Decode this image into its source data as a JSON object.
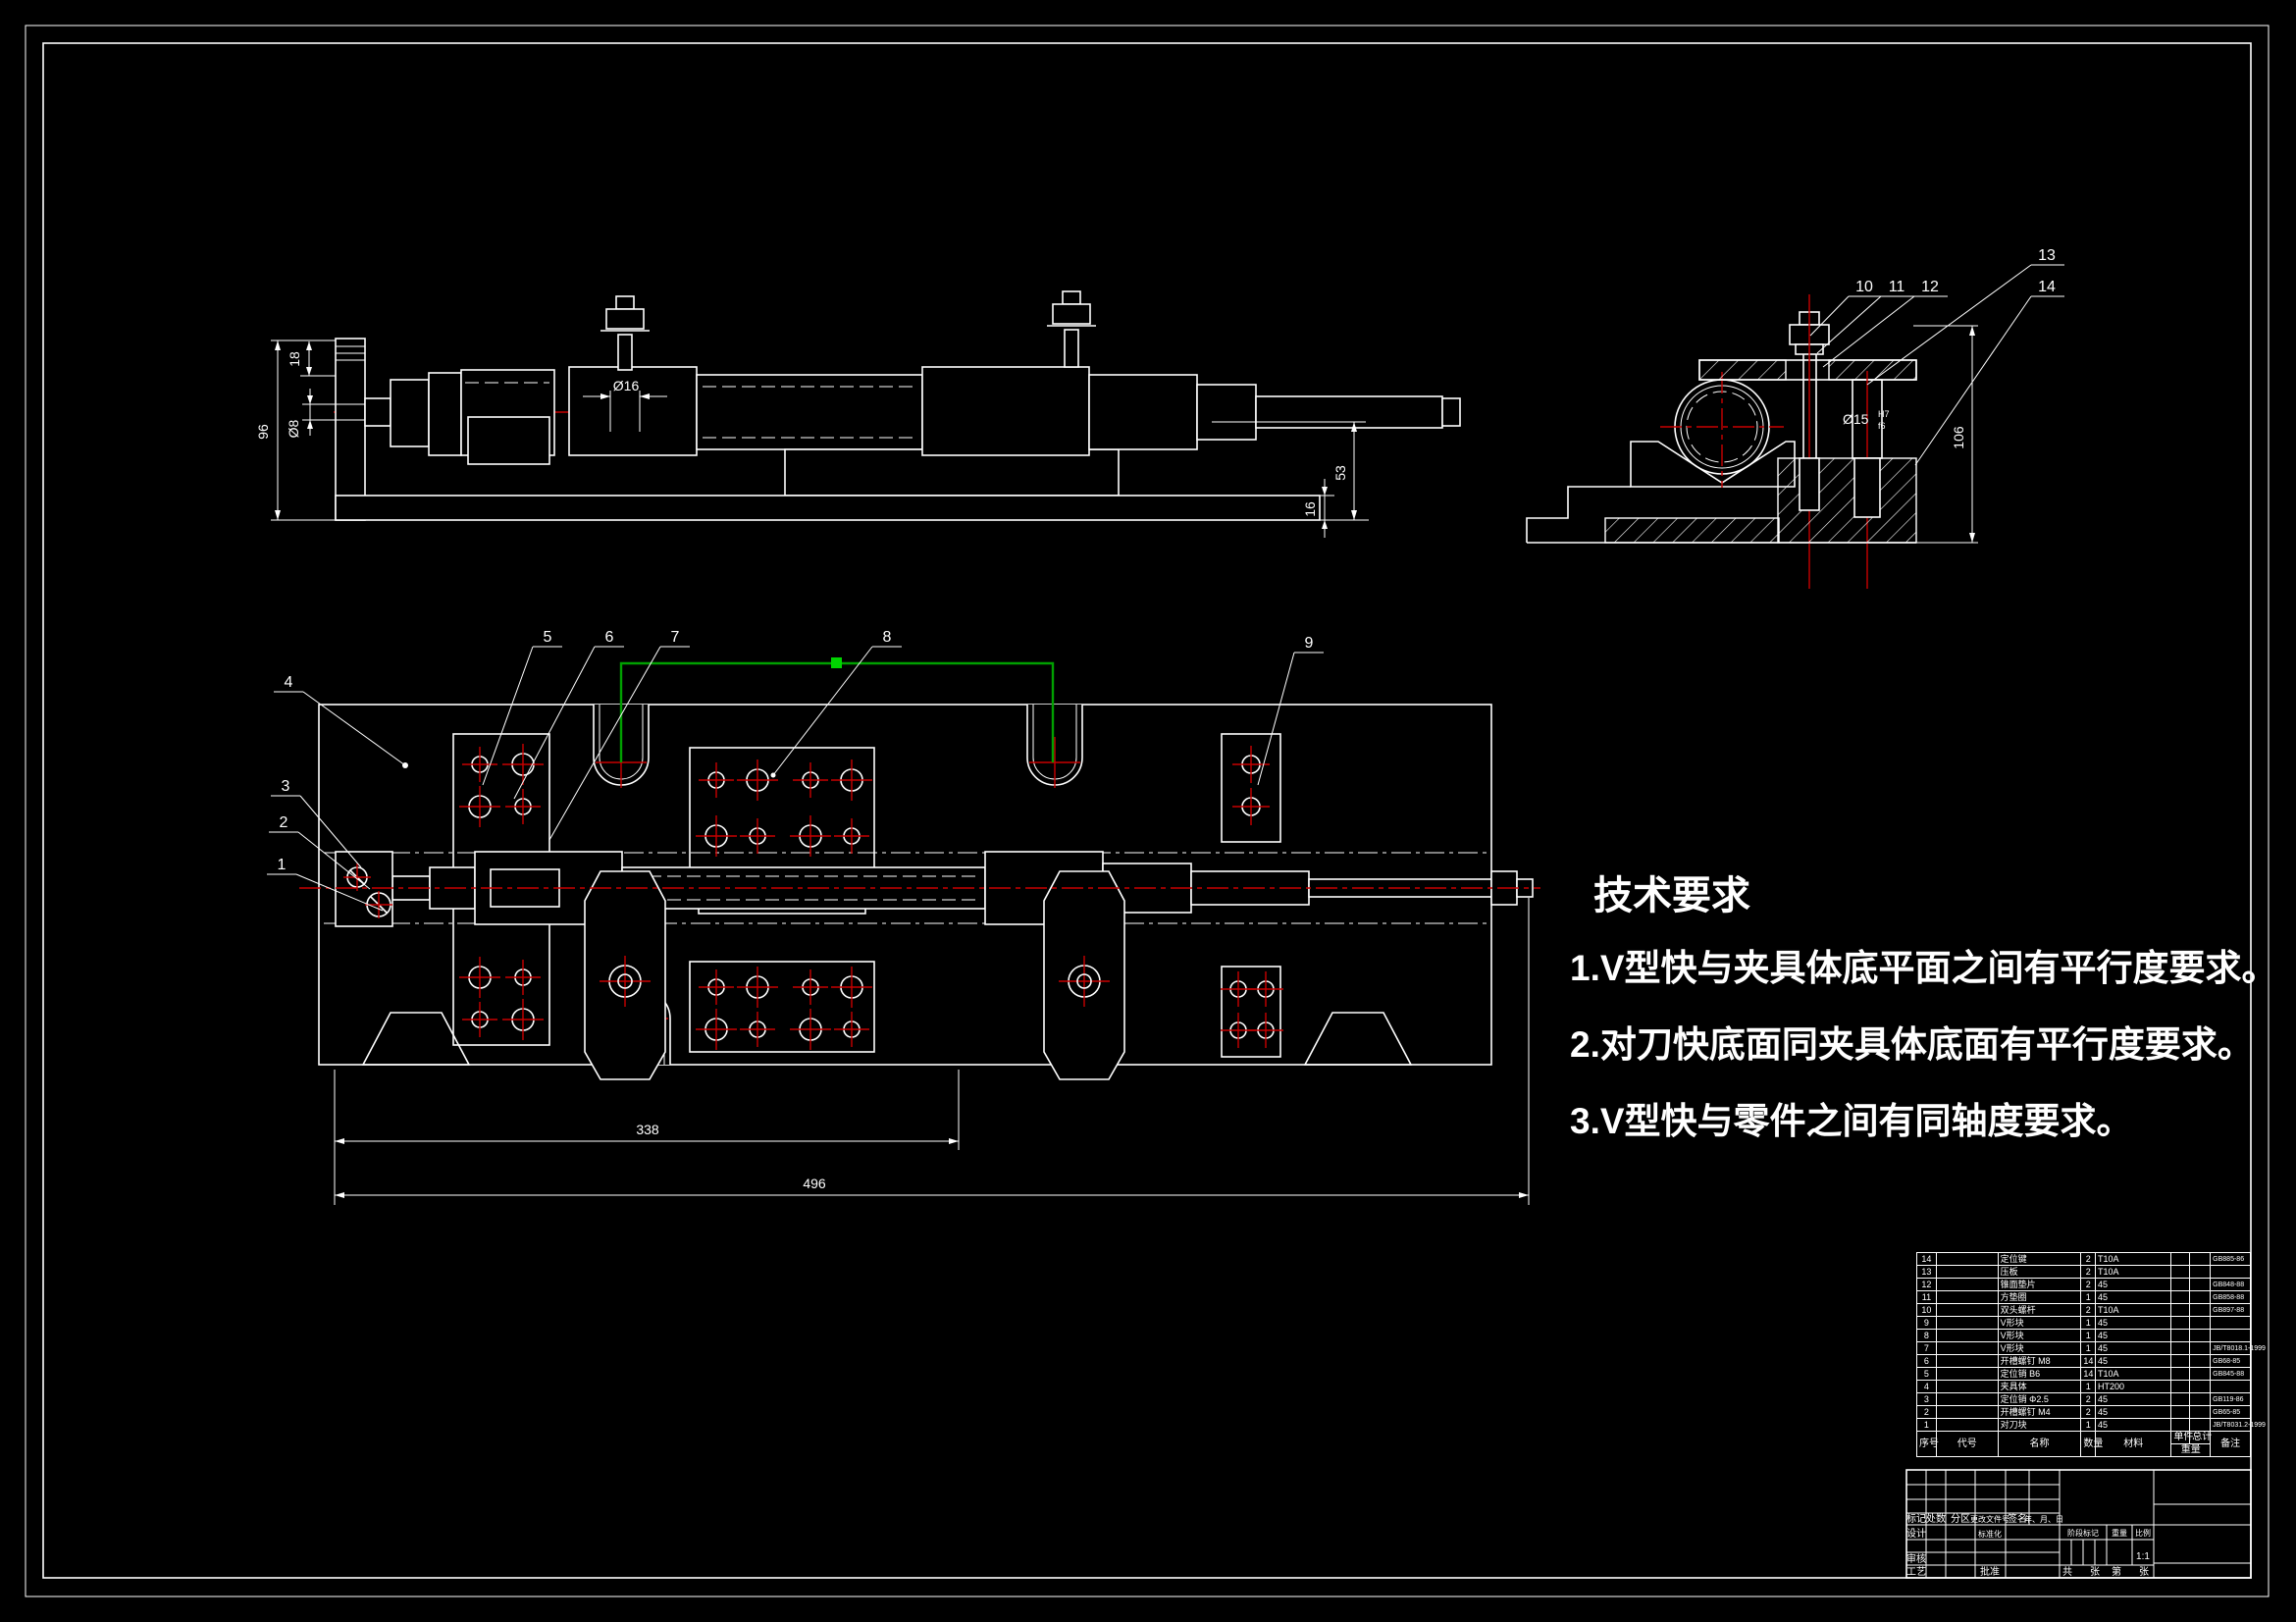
{
  "drawing": {
    "type": "assembly-drawing",
    "colors": {
      "background": "#000000",
      "line": "#ffffff",
      "centerline": "#c80000",
      "selection": "#00a000",
      "selection_grip": "#00d400"
    }
  },
  "views": {
    "front": {
      "dims": {
        "h18": "18",
        "d8": "Ø8",
        "h96": "96",
        "d16": "Ø16",
        "h53": "53",
        "h16": "16"
      }
    },
    "end": {
      "callouts": [
        "10",
        "11",
        "12",
        "13",
        "14"
      ],
      "dims": {
        "d15": "Ø15",
        "tol_upper": "H7",
        "tol_lower": "f6",
        "h106": "106"
      }
    },
    "plan": {
      "callouts": [
        "1",
        "2",
        "3",
        "4",
        "5",
        "6",
        "7",
        "8",
        "9"
      ],
      "dims": {
        "w338": "338",
        "w496": "496"
      }
    }
  },
  "tech_requirements": {
    "title": "技术要求",
    "items": [
      "1.V型快与夹具体底平面之间有平行度要求。",
      "2.对刀快底面同夹具体底面有平行度要求。",
      "3.V型快与零件之间有同轴度要求。"
    ]
  },
  "bom": {
    "col_headers": {
      "no": "序号",
      "code": "代号",
      "name": "名称",
      "qty": "数量",
      "material": "材料",
      "unit": "单件",
      "total": "总计",
      "weight": "重量",
      "remark": "备注"
    },
    "rows": [
      {
        "no": "14",
        "code": "",
        "name": "定位键",
        "qty": "2",
        "material": "T10A",
        "remark": "GB885-86"
      },
      {
        "no": "13",
        "code": "",
        "name": "压板",
        "qty": "2",
        "material": "T10A",
        "remark": ""
      },
      {
        "no": "12",
        "code": "",
        "name": "锥面垫片",
        "qty": "2",
        "material": "45",
        "remark": "GB848-88"
      },
      {
        "no": "11",
        "code": "",
        "name": "方垫圈",
        "qty": "1",
        "material": "45",
        "remark": "GB858-88"
      },
      {
        "no": "10",
        "code": "",
        "name": "双头螺杆",
        "qty": "2",
        "material": "T10A",
        "remark": "GB897-88"
      },
      {
        "no": "9",
        "code": "",
        "name": "V形块",
        "qty": "1",
        "material": "45",
        "remark": ""
      },
      {
        "no": "8",
        "code": "",
        "name": "V形块",
        "qty": "1",
        "material": "45",
        "remark": ""
      },
      {
        "no": "7",
        "code": "",
        "name": "V形块",
        "qty": "1",
        "material": "45",
        "remark": "JB/T8018.1-1999"
      },
      {
        "no": "6",
        "code": "",
        "name": "开槽螺钉 M8",
        "qty": "14",
        "material": "45",
        "remark": "GB68-85"
      },
      {
        "no": "5",
        "code": "",
        "name": "定位销 B6",
        "qty": "14",
        "material": "T10A",
        "remark": "GB845-88"
      },
      {
        "no": "4",
        "code": "",
        "name": "夹具体",
        "qty": "1",
        "material": "HT200",
        "remark": ""
      },
      {
        "no": "3",
        "code": "",
        "name": "定位销 Φ2.5",
        "qty": "2",
        "material": "45",
        "remark": "GB119-86"
      },
      {
        "no": "2",
        "code": "",
        "name": "开槽螺钉 M4",
        "qty": "2",
        "material": "45",
        "remark": "GB65-85"
      },
      {
        "no": "1",
        "code": "",
        "name": "对刀块",
        "qty": "1",
        "material": "45",
        "remark": "JB/T8031.2-1999"
      }
    ]
  },
  "title_block": {
    "labels": {
      "mark": "标记",
      "count": "处数",
      "zone": "分区",
      "change_file": "更改文件号",
      "sign": "签名",
      "date": "年、月、日",
      "design": "设计",
      "standardize": "标准化",
      "stage_mark": "阶段标记",
      "weight": "重量",
      "scale": "比例",
      "check": "审核",
      "process": "工艺",
      "approve": "批准",
      "total": "共",
      "sheet_a": "张",
      "page": "第",
      "sheet_b": "张"
    },
    "scale_value": "1:1"
  }
}
